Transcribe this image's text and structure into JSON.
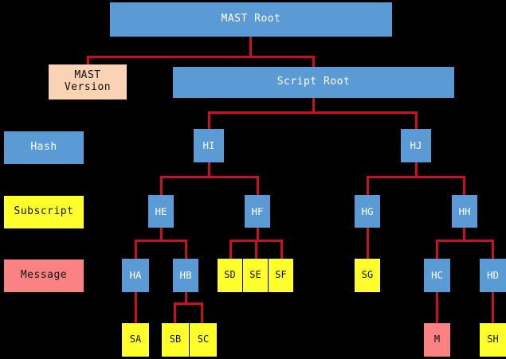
{
  "diagram": {
    "title_node": "MAST Root",
    "colors": {
      "background": "#000000",
      "hash": "#5b9bd5",
      "subscript": "#ffff2b",
      "message": "#fa8282",
      "version": "#fad2b4",
      "connector": "#cc0d22",
      "hash_text": "#ffffff",
      "dark_text": "#111111"
    },
    "legend": [
      {
        "label": "Hash",
        "kind": "hash"
      },
      {
        "label": "Subscript",
        "kind": "subscript"
      },
      {
        "label": "Message",
        "kind": "message"
      }
    ],
    "nodes": [
      {
        "label": "MAST Root",
        "kind": "hash",
        "level": "root"
      },
      {
        "label": "MAST Version",
        "kind": "version",
        "level": "1"
      },
      {
        "label": "Script Root",
        "kind": "hash",
        "level": "1"
      },
      {
        "label": "HI",
        "kind": "hash",
        "level": "hash"
      },
      {
        "label": "HJ",
        "kind": "hash",
        "level": "hash"
      },
      {
        "label": "HE",
        "kind": "hash",
        "level": "subscript"
      },
      {
        "label": "HF",
        "kind": "hash",
        "level": "subscript"
      },
      {
        "label": "HG",
        "kind": "hash",
        "level": "subscript"
      },
      {
        "label": "HH",
        "kind": "hash",
        "level": "subscript"
      },
      {
        "label": "HA",
        "kind": "hash",
        "level": "message"
      },
      {
        "label": "HB",
        "kind": "hash",
        "level": "message"
      },
      {
        "label": "SD",
        "kind": "subscript",
        "level": "message"
      },
      {
        "label": "SE",
        "kind": "subscript",
        "level": "message"
      },
      {
        "label": "SF",
        "kind": "subscript",
        "level": "message"
      },
      {
        "label": "SG",
        "kind": "subscript",
        "level": "message"
      },
      {
        "label": "HC",
        "kind": "hash",
        "level": "message"
      },
      {
        "label": "HD",
        "kind": "hash",
        "level": "message"
      },
      {
        "label": "SA",
        "kind": "subscript",
        "level": "leaf"
      },
      {
        "label": "SB",
        "kind": "subscript",
        "level": "leaf"
      },
      {
        "label": "SC",
        "kind": "subscript",
        "level": "leaf"
      },
      {
        "label": "M",
        "kind": "message",
        "level": "leaf"
      },
      {
        "label": "SH",
        "kind": "subscript",
        "level": "leaf"
      }
    ],
    "edges": [
      {
        "from": "MAST Root",
        "to": "MAST Version"
      },
      {
        "from": "MAST Root",
        "to": "Script Root"
      },
      {
        "from": "Script Root",
        "to": "HI"
      },
      {
        "from": "Script Root",
        "to": "HJ"
      },
      {
        "from": "HI",
        "to": "HE"
      },
      {
        "from": "HI",
        "to": "HF"
      },
      {
        "from": "HJ",
        "to": "HG"
      },
      {
        "from": "HJ",
        "to": "HH"
      },
      {
        "from": "HE",
        "to": "HA"
      },
      {
        "from": "HE",
        "to": "HB"
      },
      {
        "from": "HF",
        "to": "SD"
      },
      {
        "from": "HF",
        "to": "SE"
      },
      {
        "from": "HF",
        "to": "SF"
      },
      {
        "from": "HG",
        "to": "SG"
      },
      {
        "from": "HH",
        "to": "HC"
      },
      {
        "from": "HH",
        "to": "HD"
      },
      {
        "from": "HA",
        "to": "SA"
      },
      {
        "from": "HB",
        "to": "SB"
      },
      {
        "from": "HB",
        "to": "SC"
      },
      {
        "from": "HC",
        "to": "M"
      },
      {
        "from": "HD",
        "to": "SH"
      }
    ]
  }
}
